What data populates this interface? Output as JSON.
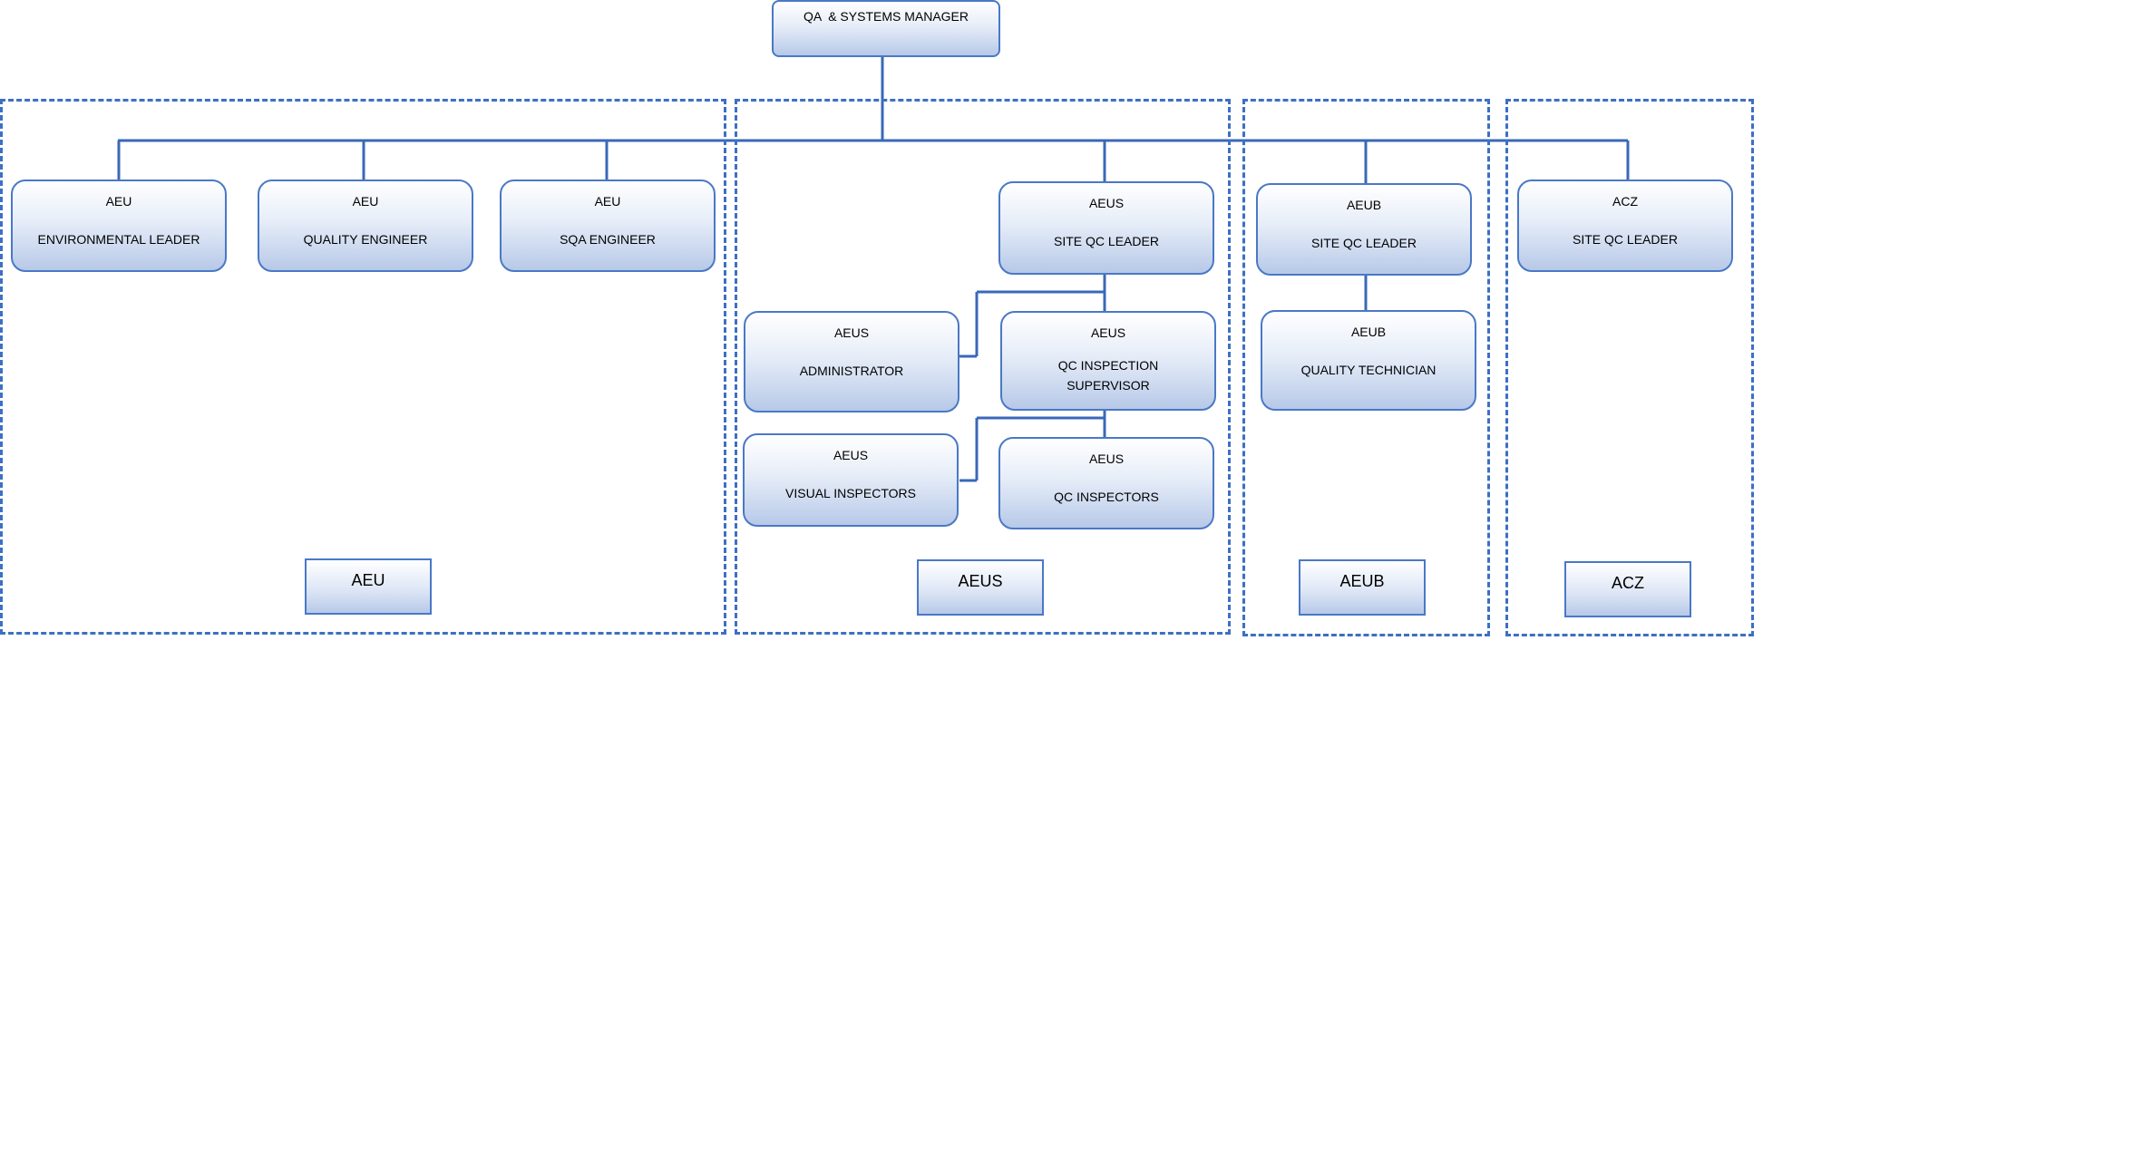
{
  "manager": {
    "title": "QA  & SYSTEMS MANAGER"
  },
  "groups": {
    "aeu": {
      "tag": "AEU",
      "env_leader": {
        "org": "AEU",
        "role": "ENVIRONMENTAL LEADER"
      },
      "quality_engineer": {
        "org": "AEU",
        "role": "QUALITY ENGINEER"
      },
      "sqa_engineer": {
        "org": "AEU",
        "role": "SQA ENGINEER"
      }
    },
    "aeus": {
      "tag": "AEUS",
      "site_qc_leader": {
        "org": "AEUS",
        "role": "SITE QC LEADER"
      },
      "administrator": {
        "org": "AEUS",
        "role": "ADMINISTRATOR"
      },
      "qc_inspection_supervisor": {
        "org": "AEUS",
        "role": "QC INSPECTION SUPERVISOR"
      },
      "visual_inspectors": {
        "org": "AEUS",
        "role": "VISUAL INSPECTORS"
      },
      "qc_inspectors": {
        "org": "AEUS",
        "role": "QC INSPECTORS"
      }
    },
    "aeub": {
      "tag": "AEUB",
      "site_qc_leader": {
        "org": "AEUB",
        "role": "SITE QC LEADER"
      },
      "quality_technician": {
        "org": "AEUB",
        "role": "QUALITY TECHNICIAN"
      }
    },
    "acz": {
      "tag": "ACZ",
      "site_qc_leader": {
        "org": "ACZ",
        "role": "SITE QC LEADER"
      }
    }
  },
  "colors": {
    "line": "#3a68b8",
    "border": "#4a78c6",
    "fill_top": "#ffffff",
    "fill_bottom": "#b7c9e8"
  }
}
